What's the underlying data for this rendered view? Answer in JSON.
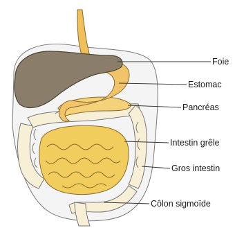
{
  "labels": {
    "foie": "Foie",
    "estomac": "Estomac",
    "pancreas": "Pancréas",
    "intestin_grele": "Intestin grêle",
    "gros_intestin": "Gros intestin",
    "colon_sigmoide": "Côlon sigmoïde"
  },
  "colors": {
    "liver": "#8a7d6a",
    "stomach": "#f2c46a",
    "small_intestine": "#f1cd5e",
    "large_intestine": "#f7efd6",
    "outline": "#555555",
    "body_cavity": "#f4f4f4"
  }
}
